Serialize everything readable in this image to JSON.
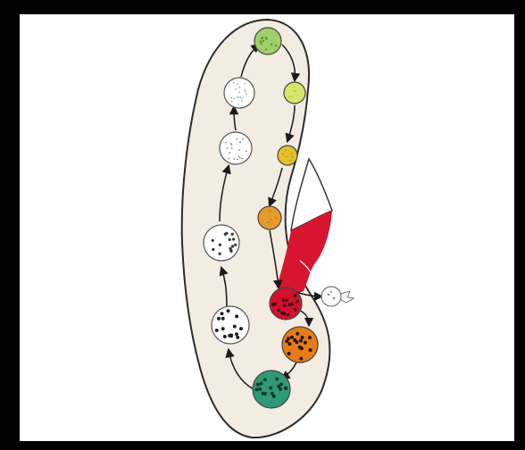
{
  "colors": {
    "background": "#000000",
    "panel": "#ffffff",
    "cell_fill": "#f3ece2",
    "cell_outline": "#2b2b2b",
    "cytopharynx": "#d8152f",
    "arrow": "#1a1a1a"
  },
  "vacuoles": [
    {
      "name": "vacuole-1-green",
      "fill": "#9fd06a",
      "stage": 1
    },
    {
      "name": "vacuole-2-light-yellow-green",
      "fill": "#d8e46a",
      "stage": 2
    },
    {
      "name": "vacuole-3-yellow",
      "fill": "#e6c02a",
      "stage": 3
    },
    {
      "name": "vacuole-4-orange",
      "fill": "#e49a2c",
      "stage": 4
    },
    {
      "name": "vacuole-5-red",
      "fill": "#d1112d",
      "stage": 5
    },
    {
      "name": "vacuole-6-dark-orange",
      "fill": "#e67b1a",
      "stage": 6
    },
    {
      "name": "vacuole-7-teal",
      "fill": "#2f9a78",
      "stage": 7
    },
    {
      "name": "vacuole-8-white-dotted",
      "fill": "#ffffff",
      "stage": 8
    },
    {
      "name": "vacuole-9-white-dotted",
      "fill": "#ffffff",
      "stage": 9
    },
    {
      "name": "vacuole-10-white-speckled",
      "fill": "#ffffff",
      "stage": 10
    },
    {
      "name": "vacuole-11-white-speckled",
      "fill": "#ffffff",
      "stage": 11
    }
  ],
  "icons": [
    "paramecium-cell",
    "food-vacuole",
    "cytopharynx",
    "cycle-arrow",
    "egested-vacuole"
  ]
}
